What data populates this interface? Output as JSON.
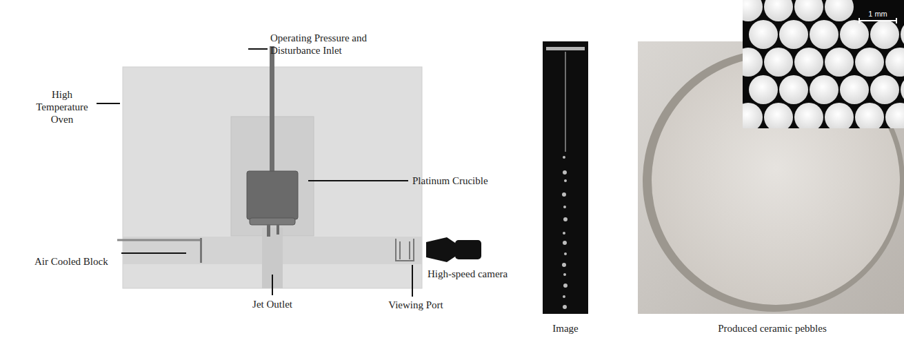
{
  "diagram": {
    "labels": [
      "Operating Pressure and Disturbance Inlet",
      "High Temperature Oven",
      "Platinum Crucible",
      "Air Cooled Block",
      "High-speed camera",
      "Jet Outlet",
      "Viewing Port",
      "Image",
      "Produced ceramic pebbles",
      "1 mm"
    ]
  }
}
